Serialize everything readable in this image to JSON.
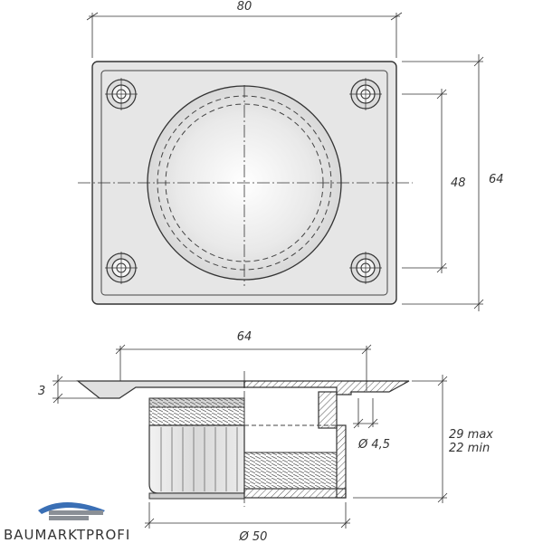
{
  "dimensions": {
    "top_width": "80",
    "top_height": "64",
    "hole_spacing_v": "48",
    "side_hole_spacing": "64",
    "plate_thickness": "3",
    "hole_diameter": "Ø 4,5",
    "height_max": "29 max",
    "height_min": "22 min",
    "body_diameter": "Ø 50"
  },
  "brand": {
    "name": "BAUMARKTPROFI"
  },
  "colors": {
    "line": "#333333",
    "plate_fill": "#e6e6e6",
    "logo_blue": "#3a6fb5",
    "logo_gray": "#8a8f96"
  }
}
